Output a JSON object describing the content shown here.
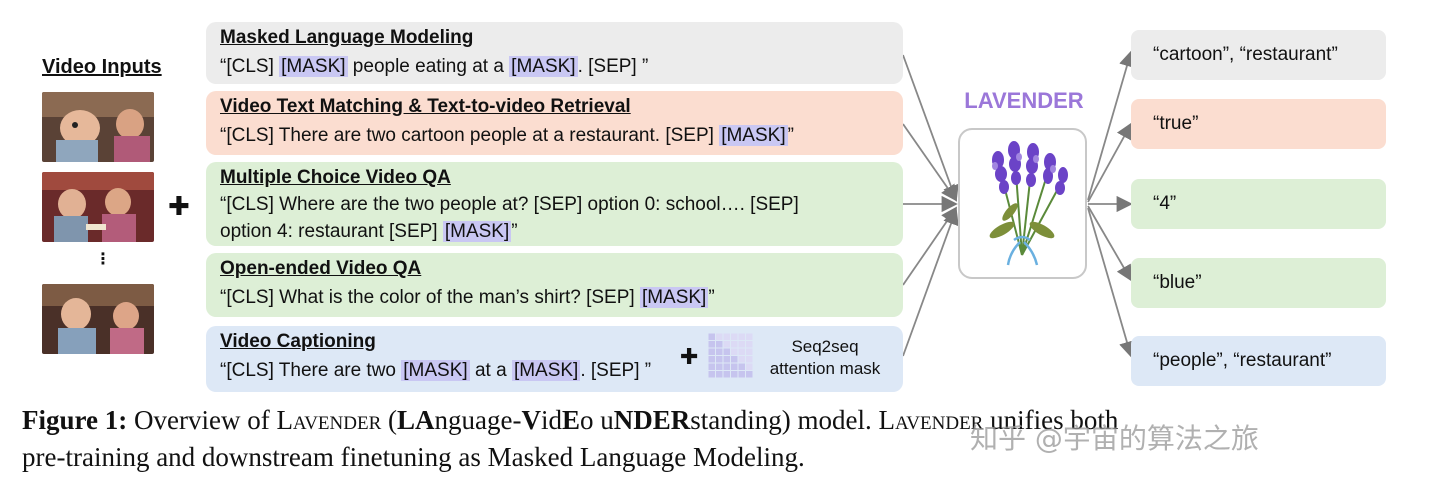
{
  "video_inputs": {
    "title": "Video Inputs",
    "ellipsis": "⋮"
  },
  "tasks": [
    {
      "title": "Masked Language Modeling",
      "text_parts": [
        "“[CLS] ",
        "[MASK]",
        " people eating at a ",
        "[MASK]",
        ". [SEP] ”"
      ]
    },
    {
      "title": "Video Text Matching & Text-to-video Retrieval",
      "text_parts": [
        "“[CLS] There are two cartoon people at a restaurant. [SEP] ",
        "[MASK]",
        "”"
      ]
    },
    {
      "title": "Multiple Choice Video QA",
      "line1": "“[CLS] Where are the two people at? [SEP] option 0: school…. [SEP]",
      "line2_parts": [
        "option 4: restaurant [SEP] ",
        "[MASK]",
        "”"
      ]
    },
    {
      "title": "Open-ended Video QA",
      "text_parts": [
        "“[CLS] What is the color of the man’s shirt? [SEP] ",
        "[MASK]",
        "”"
      ]
    },
    {
      "title": "Video Captioning",
      "text_parts": [
        "“[CLS] There are two ",
        "[MASK]",
        " at a ",
        "[MASK]",
        ". [SEP] ”"
      ]
    }
  ],
  "seq2seq": {
    "line1": "Seq2seq",
    "line2": "attention mask"
  },
  "model": {
    "name": "LAVENDER"
  },
  "outputs": [
    "“cartoon”, “restaurant”",
    "“true”",
    "“4”",
    "“blue”",
    "“people”, “restaurant”"
  ],
  "caption": {
    "label": "Figure 1:",
    "watermark": "知乎 @宇宙的算法之旅"
  },
  "colors": {
    "mask_highlight": "#c9c7f3",
    "gray_box": "#ececec",
    "peach_box": "#fbddd0",
    "green_box": "#ddefd6",
    "blue_box": "#dde8f6",
    "lavender_text": "#9b77d9",
    "arrow": "#777777"
  }
}
